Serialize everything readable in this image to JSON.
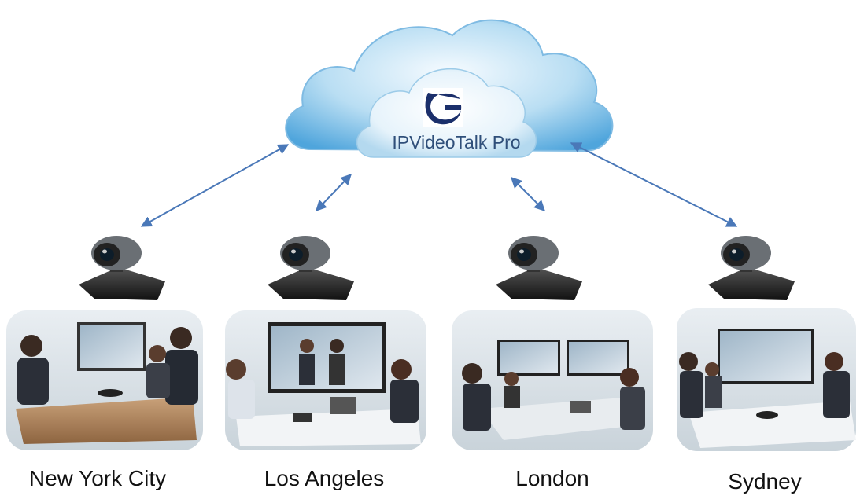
{
  "cloud": {
    "label": "IPVideoTalk Pro",
    "logo_icon": "grandstream-logo-icon"
  },
  "sites": [
    {
      "city": "New York City",
      "device_icon": "video-conference-camera-icon",
      "photo": "conference-room-photo"
    },
    {
      "city": "Los Angeles",
      "device_icon": "video-conference-camera-icon",
      "photo": "conference-room-photo"
    },
    {
      "city": "London",
      "device_icon": "video-conference-camera-icon",
      "photo": "conference-room-photo"
    },
    {
      "city": "Sydney",
      "device_icon": "video-conference-camera-icon",
      "photo": "conference-room-photo"
    }
  ],
  "connector_style": "double-headed arrows",
  "colors": {
    "arrow": "#4a78b8",
    "cloud_light": "#e8f4fb",
    "cloud_dark": "#5aaee0",
    "label": "#2f4f7a"
  }
}
